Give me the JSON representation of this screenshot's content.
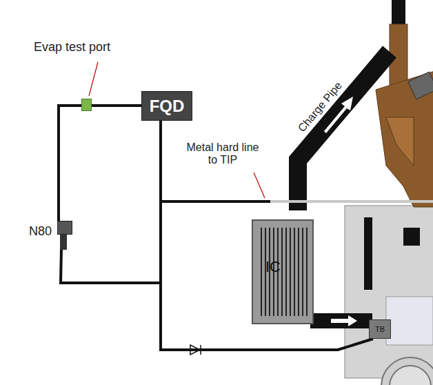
{
  "diagram": {
    "nodes": [
      {
        "text": [
          "Evap test port"
        ]
      },
      {
        "text": [
          "FQD"
        ]
      },
      {
        "text": [
          "N80"
        ]
      },
      {
        "text": [
          "IC"
        ]
      },
      {
        "text": [
          "TB"
        ]
      }
    ],
    "edges": [
      {
        "from": 0,
        "to": 1,
        "arrow": "none"
      },
      {
        "from": 0,
        "to": 2,
        "arrow": "none"
      },
      {
        "from": 2,
        "to": 1,
        "arrow": "none"
      },
      {
        "from": 1,
        "to": 4,
        "arrow": "none"
      }
    ],
    "labels": [
      "Metal hard line to TIP",
      "Charge Pipe"
    ]
  }
}
